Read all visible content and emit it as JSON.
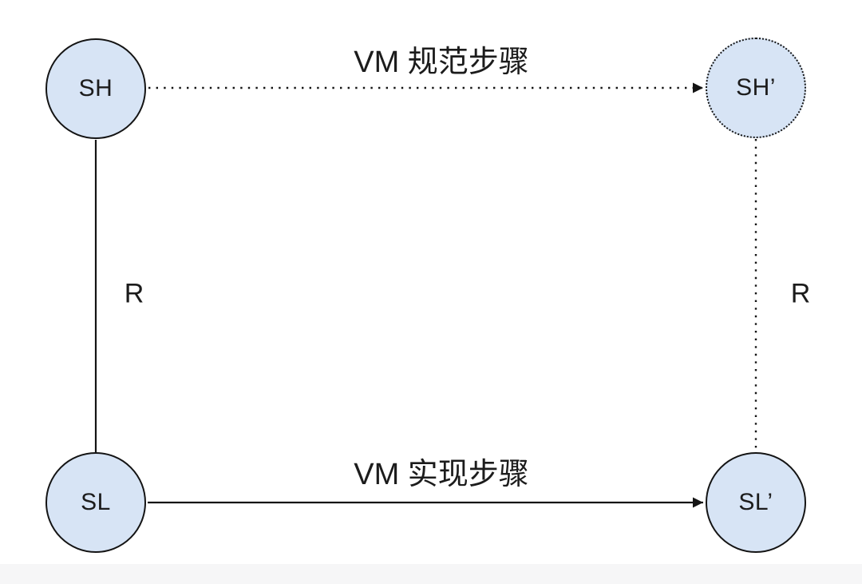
{
  "nodes": {
    "sh": {
      "label": "SH"
    },
    "sh_prime": {
      "label": "SH’"
    },
    "sl": {
      "label": "SL"
    },
    "sl_prime": {
      "label": "SL’"
    }
  },
  "edges": {
    "spec": {
      "label": "VM 规范步骤",
      "style": "dotted-arrow",
      "from": "SH",
      "to": "SH’"
    },
    "impl": {
      "label": "VM 实现步骤",
      "style": "solid-arrow",
      "from": "SL",
      "to": "SL’"
    },
    "left_relation": {
      "label": "R",
      "style": "solid-line",
      "from": "SH",
      "to": "SL"
    },
    "right_relation": {
      "label": "R",
      "style": "dotted-line",
      "from": "SH’",
      "to": "SL’"
    }
  },
  "colors": {
    "node_fill": "#d7e4f5",
    "stroke": "#141414",
    "text": "#1c1c1c",
    "background": "#ffffff",
    "footer_strip": "#f6f6f7"
  }
}
